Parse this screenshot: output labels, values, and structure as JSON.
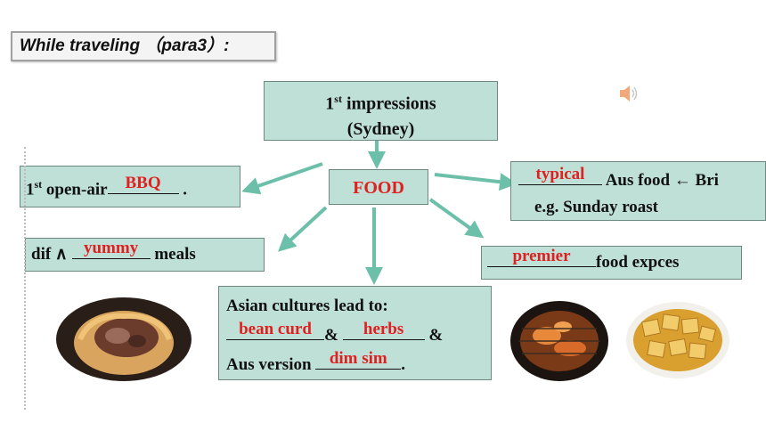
{
  "header": {
    "title": "While  traveling （para3）:"
  },
  "center": {
    "line1_prefix": "1",
    "line1_sup": "st",
    "line1_rest": " impressions",
    "line2": "(Sydney)"
  },
  "food": {
    "label": "FOOD"
  },
  "bbq": {
    "prefix": "1",
    "sup": "st",
    "text_before": " open-air",
    "answer": "BBQ",
    "text_after": " ."
  },
  "yummy": {
    "text_before": "dif ∧ ",
    "answer": "yummy",
    "text_after": " meals"
  },
  "asian": {
    "line1": "Asian cultures lead to:",
    "answer1": "bean curd",
    "amp1": "& ",
    "answer2": "herbs",
    "amp2": " &",
    "line3_before": "Aus version ",
    "answer3": "dim sim",
    "line3_after": "."
  },
  "typical": {
    "answer": "typical",
    "text_after": " Aus food ",
    "arrow": "←",
    "text_end": " Bri",
    "line2": "e.g. Sunday roast"
  },
  "premier": {
    "answer": "premier",
    "text_after": "food expces"
  },
  "colors": {
    "box_fill": "#bfe0d6",
    "answer_red": "#e02020",
    "arrow": "#6cbfa8"
  },
  "icons": {
    "audio": "speaker-icon"
  }
}
